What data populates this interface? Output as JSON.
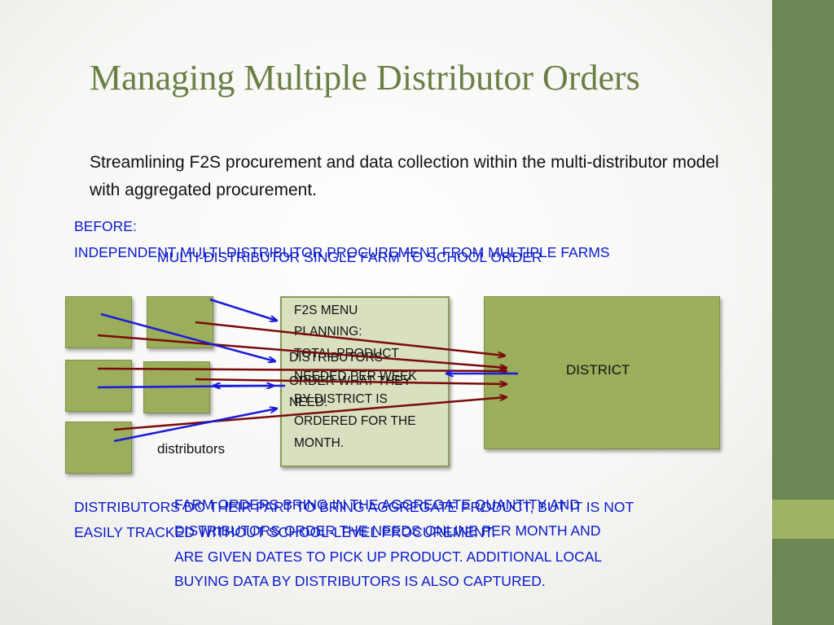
{
  "slide": {
    "title": "Managing Multiple Distributor Orders",
    "subtitle": "Streamlining F2S procurement and data collection within the multi-distributor model with aggregated procurement."
  },
  "before": {
    "label": "BEFORE:",
    "heading": "INDEPENDENT MULTI-DISTRIBUTOR PROCUREMENT FROM MULTIPLE FARMS",
    "footer_line1": "DISTRIBUTORS DO THEIR PART TO BRING AGGREGATE PRODUCT, BUT IT IS NOT",
    "footer_line2": "EASILY TRACKED WITHOUT SCHOOL-LEVEL PROCUREMENT."
  },
  "after": {
    "heading": "MULTI-DISTRIBUTOR SINGLE FARM TO SCHOOL ORDER",
    "footer_line1": "FARM ORDERS BRING IN THE AGGREGATE QUANTITY AND",
    "footer_line2": "DISTRIBUTORS ORDER THE NEEDS ONLINE PER MONTH AND",
    "footer_line3": "ARE GIVEN DATES TO PICK UP PRODUCT. ADDITIONAL LOCAL",
    "footer_line4": "BUYING DATA BY DISTRIBUTORS IS ALSO CAPTURED."
  },
  "diagram": {
    "distributors_label": "distributors",
    "planning_lines": [
      "F2S MENU",
      "PLANNING:",
      "TOTAL PRODUCT",
      "NEEDED PER WEEK",
      "BY DISTRICT IS",
      "ORDERED FOR THE",
      "MONTH."
    ],
    "overlay_lines": [
      "DISTRIBUTORS",
      "ORDER WHAT THEY",
      "NEED."
    ],
    "district_label": "DISTRICT"
  },
  "colors": {
    "box_green": "#9bae5b",
    "planning_fill": "#d8e0c0",
    "title_green": "#6b7f45",
    "sidebar": "#6e8654",
    "arrow_red": "#7a0a0a",
    "arrow_blue": "#1a1adb",
    "text_blue": "#0a1acc"
  }
}
